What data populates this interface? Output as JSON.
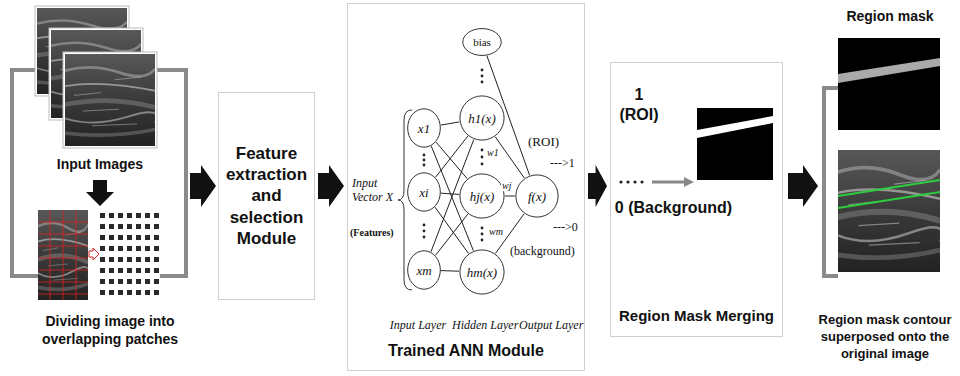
{
  "diagram": {
    "nodes": [
      {
        "text": [
          "Feature extraction and selection Module"
        ]
      },
      {
        "text": [
          "Trained ANN Module"
        ]
      },
      {
        "text": [
          "x1"
        ],
        "in": 1
      },
      {
        "text": [
          "xi"
        ],
        "in": 1
      },
      {
        "text": [
          "xm"
        ],
        "in": 1
      },
      {
        "text": [
          "bias"
        ],
        "in": 1
      },
      {
        "text": [
          "h1(x)"
        ],
        "in": 1
      },
      {
        "text": [
          "hj(x)"
        ],
        "in": 1
      },
      {
        "text": [
          "hm(x)"
        ],
        "in": 1
      },
      {
        "text": [
          "f(x)"
        ],
        "in": 1
      },
      {
        "text": [
          "1 (ROI)",
          "0 (Background)",
          "Region Mask Merging"
        ]
      }
    ],
    "edges": [
      {
        "from": 0,
        "to": 1,
        "arrow": "to"
      },
      {
        "from": 1,
        "to": 10,
        "arrow": "to"
      },
      {
        "from": 2,
        "to": 6,
        "arrow": "none"
      },
      {
        "from": 2,
        "to": 7,
        "arrow": "none"
      },
      {
        "from": 2,
        "to": 8,
        "arrow": "none"
      },
      {
        "from": 3,
        "to": 6,
        "arrow": "none"
      },
      {
        "from": 3,
        "to": 7,
        "arrow": "none"
      },
      {
        "from": 3,
        "to": 8,
        "arrow": "none"
      },
      {
        "from": 4,
        "to": 6,
        "arrow": "none"
      },
      {
        "from": 4,
        "to": 7,
        "arrow": "none"
      },
      {
        "from": 4,
        "to": 8,
        "arrow": "none"
      },
      {
        "from": 6,
        "to": 9,
        "arrow": "none"
      },
      {
        "from": 7,
        "to": 9,
        "arrow": "none"
      },
      {
        "from": 8,
        "to": 9,
        "arrow": "none"
      },
      {
        "from": 5,
        "to": 9,
        "arrow": "none"
      }
    ],
    "labels": [
      "Input Images",
      "Dividing image into overlapping patches",
      "Input Vector X",
      "(Features)",
      "w1",
      "wj",
      "wm",
      "(ROI)",
      "--->1",
      "--->0",
      "(background)",
      "Input Layer",
      "Hidden Layer",
      "Output Layer",
      "Region mask",
      "Region mask contour superposed onto the original image"
    ]
  }
}
